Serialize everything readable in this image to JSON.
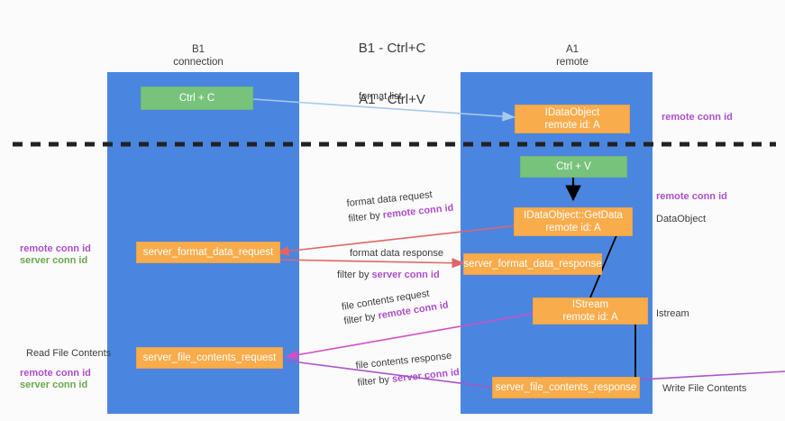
{
  "title": {
    "line1": "B1 - Ctrl+C",
    "line2": "A1 - Ctrl+V"
  },
  "lanes": [
    {
      "id": "b1",
      "header_line1": "B1",
      "header_line2": "connection",
      "color": "#4a86e0"
    },
    {
      "id": "a1",
      "header_line1": "A1",
      "header_line2": "remote",
      "color": "#4a86e0"
    }
  ],
  "nodes": {
    "ctrl_c": {
      "label": "Ctrl + C",
      "color": "#78c37c"
    },
    "ctrl_v": {
      "label": "Ctrl + V",
      "color": "#78c37c"
    },
    "idataobject": {
      "line1": "IDataObject",
      "line2": "remote id: A",
      "color": "#f9ac4c"
    },
    "getdata": {
      "line1": "IDataObject::GetData",
      "line2": "remote id: A",
      "color": "#f9ac4c"
    },
    "istream": {
      "line1": "IStream",
      "line2": "remote id: A",
      "color": "#f9ac4c"
    },
    "server_format_data_request": {
      "label": "server_format_data_request",
      "color": "#f9ac4c"
    },
    "server_format_data_response": {
      "label": "server_format_data_response",
      "color": "#f9ac4c"
    },
    "server_file_contents_request": {
      "label": "server_file_contents_request",
      "color": "#f9ac4c"
    },
    "server_file_contents_response": {
      "label": "server_file_contents_response",
      "color": "#f9ac4c"
    }
  },
  "edge_labels": {
    "format_list": "format list",
    "format_data_request": "format data request",
    "format_data_request_filter_prefix": "filter by ",
    "format_data_request_filter_key": "remote conn id",
    "format_data_response": "format data response",
    "format_data_response_filter_prefix": "filter by ",
    "format_data_response_filter_key": "server conn id",
    "file_contents_request": "file contents request",
    "file_contents_request_filter_prefix": "filter by ",
    "file_contents_request_filter_key": "remote conn id",
    "file_contents_response": "file contents response",
    "file_contents_response_filter_prefix": "filter by ",
    "file_contents_response_filter_key": "server conn id"
  },
  "side_labels": {
    "right_remote_conn_id_top": "remote conn id",
    "right_remote_conn_id_mid": "remote conn id",
    "right_dataobject": "DataObject",
    "right_istream": "Istream",
    "right_write_file_contents": "Write File Contents",
    "left_remote_conn_id": "remote conn id",
    "left_server_conn_id": "server conn id",
    "left_read_file_contents": "Read File Contents",
    "left_remote_conn_id_2": "remote conn id",
    "left_server_conn_id_2": "server conn id"
  },
  "colors": {
    "lane": "#4a86e0",
    "green_node": "#78c37c",
    "orange_node": "#f9ac4c",
    "purple": "#ad4fc9",
    "green_text": "#6aa84f",
    "arrow_blue": "#a8c8ec",
    "arrow_red": "#e06666",
    "arrow_magenta": "#d14fc4",
    "arrow_purple": "#a855c8",
    "arrow_black": "#000000",
    "divider": "#3c3c3c",
    "background": "#fbfbfb"
  },
  "divider": {
    "style": "dashed",
    "color": "#222222"
  }
}
